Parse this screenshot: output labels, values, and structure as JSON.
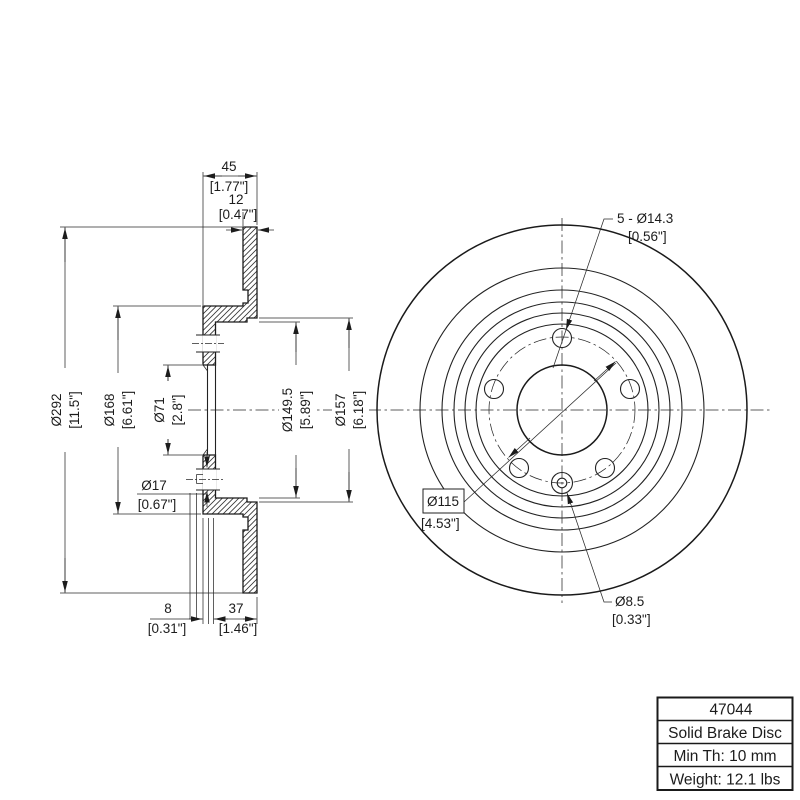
{
  "drawing": {
    "part_number": "47044",
    "part_type": "Solid Brake Disc",
    "dimensions": {
      "overall_width": {
        "mm": "45",
        "in": "[1.77\"]"
      },
      "disc_thickness": {
        "mm": "12",
        "in": "[0.47\"]"
      },
      "outer_diameter": {
        "mm": "Ø292",
        "in": "[11.5\"]"
      },
      "hat_diameter": {
        "mm": "Ø168",
        "in": "[6.61\"]"
      },
      "center_bore": {
        "mm": "Ø71",
        "in": "[2.8\"]"
      },
      "hole_17": {
        "mm": "Ø17",
        "in": "[0.67\"]"
      },
      "ring_149": {
        "mm": "Ø149.5",
        "in": "[5.89\"]"
      },
      "ring_157": {
        "mm": "Ø157",
        "in": "[6.18\"]"
      },
      "hat_wall": {
        "mm": "8",
        "in": "[0.31\"]"
      },
      "hat_depth": {
        "mm": "37",
        "in": "[1.46\"]"
      },
      "bolt_holes": {
        "mm": "5 - Ø14.3",
        "in": "[0.56\"]"
      },
      "bolt_circle": {
        "mm": "Ø115",
        "in": "[4.53\"]"
      },
      "screw_hole": {
        "mm": "Ø8.5",
        "in": "[0.33\"]"
      }
    }
  },
  "title_block": {
    "rows": [
      "47044",
      "Solid Brake Disc",
      "Min Th: 10 mm",
      "Weight: 12.1 lbs"
    ]
  }
}
